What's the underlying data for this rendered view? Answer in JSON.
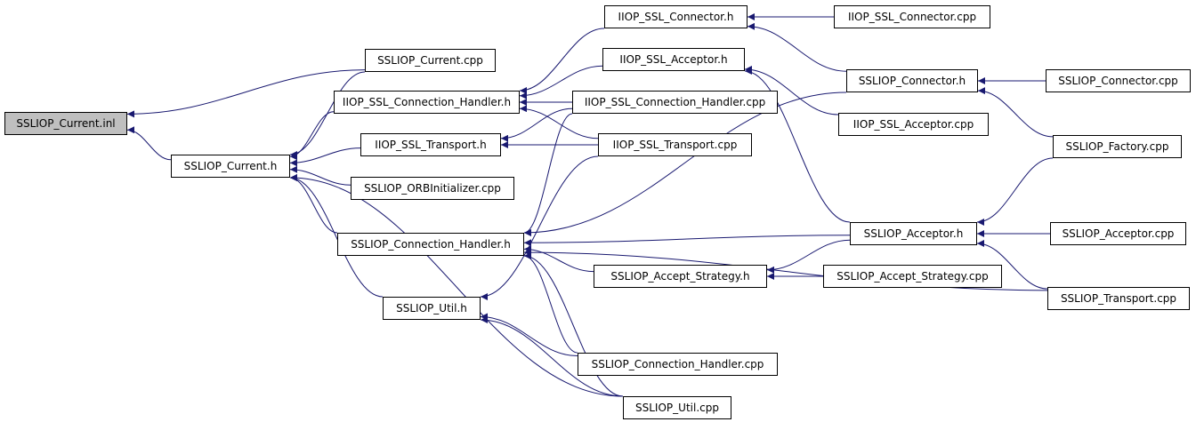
{
  "graph": {
    "edge_color": "#191970",
    "root_fill": "#bfbfbf",
    "nodes": {
      "current_inl": "SSLIOP_Current.inl",
      "current_cpp": "SSLIOP_Current.cpp",
      "current_h": "SSLIOP_Current.h",
      "conn_handler_iiop_h": "IIOP_SSL_Connection_Handler.h",
      "transport_iiop_h": "IIOP_SSL_Transport.h",
      "orbinit_cpp": "SSLIOP_ORBInitializer.cpp",
      "conn_handler_h": "SSLIOP_Connection_Handler.h",
      "util_h": "SSLIOP_Util.h",
      "iiop_connector_h": "IIOP_SSL_Connector.h",
      "iiop_acceptor_h": "IIOP_SSL_Acceptor.h",
      "conn_handler_iiop_cpp": "IIOP_SSL_Connection_Handler.cpp",
      "transport_iiop_cpp": "IIOP_SSL_Transport.cpp",
      "accept_strategy_h": "SSLIOP_Accept_Strategy.h",
      "conn_handler_cpp": "SSLIOP_Connection_Handler.cpp",
      "util_cpp": "SSLIOP_Util.cpp",
      "iiop_connector_cpp": "IIOP_SSL_Connector.cpp",
      "connector_h": "SSLIOP_Connector.h",
      "iiop_acceptor_cpp": "IIOP_SSL_Acceptor.cpp",
      "acceptor_h": "SSLIOP_Acceptor.h",
      "accept_strategy_cpp": "SSLIOP_Accept_Strategy.cpp",
      "connector_cpp": "SSLIOP_Connector.cpp",
      "factory_cpp": "SSLIOP_Factory.cpp",
      "acceptor_cpp": "SSLIOP_Acceptor.cpp",
      "transport_cpp": "SSLIOP_Transport.cpp"
    },
    "edges": [
      [
        "current_cpp",
        "current_inl"
      ],
      [
        "current_h",
        "current_inl"
      ],
      [
        "current_cpp",
        "current_h"
      ],
      [
        "conn_handler_iiop_h",
        "current_h"
      ],
      [
        "transport_iiop_h",
        "current_h"
      ],
      [
        "orbinit_cpp",
        "current_h"
      ],
      [
        "conn_handler_h",
        "current_h"
      ],
      [
        "util_h",
        "current_h"
      ],
      [
        "util_cpp",
        "current_h"
      ],
      [
        "iiop_connector_h",
        "conn_handler_iiop_h"
      ],
      [
        "iiop_acceptor_h",
        "conn_handler_iiop_h"
      ],
      [
        "conn_handler_iiop_cpp",
        "conn_handler_iiop_h"
      ],
      [
        "transport_iiop_cpp",
        "conn_handler_iiop_h"
      ],
      [
        "conn_handler_iiop_cpp",
        "transport_iiop_h"
      ],
      [
        "transport_iiop_cpp",
        "transport_iiop_h"
      ],
      [
        "iiop_connector_cpp",
        "iiop_connector_h"
      ],
      [
        "connector_h",
        "iiop_connector_h"
      ],
      [
        "iiop_acceptor_cpp",
        "iiop_acceptor_h"
      ],
      [
        "acceptor_h",
        "iiop_acceptor_h"
      ],
      [
        "connector_cpp",
        "connector_h"
      ],
      [
        "factory_cpp",
        "connector_h"
      ],
      [
        "factory_cpp",
        "acceptor_h"
      ],
      [
        "acceptor_cpp",
        "acceptor_h"
      ],
      [
        "transport_cpp",
        "acceptor_h"
      ],
      [
        "accept_strategy_cpp",
        "accept_strategy_h"
      ],
      [
        "acceptor_h",
        "accept_strategy_h"
      ],
      [
        "connector_h",
        "conn_handler_h"
      ],
      [
        "acceptor_h",
        "conn_handler_h"
      ],
      [
        "accept_strategy_h",
        "conn_handler_h"
      ],
      [
        "transport_cpp",
        "conn_handler_h"
      ],
      [
        "conn_handler_cpp",
        "conn_handler_h"
      ],
      [
        "util_cpp",
        "conn_handler_h"
      ],
      [
        "conn_handler_iiop_cpp",
        "conn_handler_h"
      ],
      [
        "transport_iiop_cpp",
        "util_h"
      ],
      [
        "conn_handler_cpp",
        "util_h"
      ],
      [
        "util_cpp",
        "util_h"
      ]
    ]
  }
}
